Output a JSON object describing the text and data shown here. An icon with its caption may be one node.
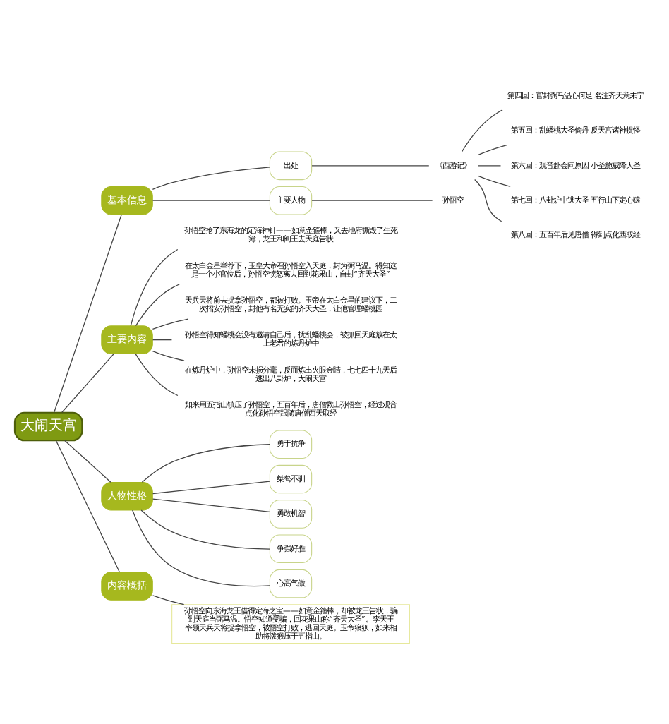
{
  "diagram": {
    "nodes": [
      {
        "text": [
          "大闹天宫"
        ]
      },
      {
        "text": [
          "基本信息"
        ]
      },
      {
        "text": [
          "出处"
        ]
      },
      {
        "text": [
          "《西游记》"
        ]
      },
      {
        "text": [
          "第四回：官封弼马温心何足 名注齐天意未宁"
        ]
      },
      {
        "text": [
          "第五回：乱蟠桃大圣偷丹 反天宫诸神捉怪"
        ]
      },
      {
        "text": [
          "第六回：观音赴会问原因 小圣施威降大圣"
        ]
      },
      {
        "text": [
          "第七回：八卦炉中逃大圣 五行山下定心猿"
        ]
      },
      {
        "text": [
          "第八回：五百年后见唐僧 得到点化西取经"
        ]
      },
      {
        "text": [
          "主要人物"
        ]
      },
      {
        "text": [
          "孙悟空"
        ]
      },
      {
        "text": [
          "主要内容"
        ]
      },
      {
        "text": [
          "孙悟空抢了东海龙的定海神针——如意金箍棒，又去地府撕毁了生死簿，龙王和阎王去天庭告状"
        ]
      },
      {
        "text": [
          "在太白金星举荐下，玉皇大帝召孙悟空入天庭，封为弼马温。得知这是一个小官位后，孙悟空愤怒离去回到花果山，自封“齐天大圣”"
        ]
      },
      {
        "text": [
          "天兵天将前去捉拿孙悟空，都被打败。玉帝在太白金星的建议下，二次招安孙悟空，封他有名无实的齐天大圣，让他管理蟠桃园"
        ]
      },
      {
        "text": [
          "孙悟空得知蟠桃会没有邀请自己后，扰乱蟠桃会，被抓回天庭放在太上老君的炼丹炉中"
        ]
      },
      {
        "text": [
          "在炼丹炉中，孙悟空未损分毫，反而炼出火眼金睛，七七四十九天后逃出八卦炉，大闹天宫"
        ]
      },
      {
        "text": [
          "如来用五指山镇压了孙悟空，五百年后，唐僧救出孙悟空，经过观音点化孙悟空跟随唐僧西天取经"
        ]
      },
      {
        "text": [
          "人物性格"
        ]
      },
      {
        "text": [
          "勇于抗争"
        ]
      },
      {
        "text": [
          "桀骜不驯"
        ]
      },
      {
        "text": [
          "勇敢机智"
        ]
      },
      {
        "text": [
          "争强好胜"
        ]
      },
      {
        "text": [
          "心高气傲"
        ]
      },
      {
        "text": [
          "内容概括"
        ]
      },
      {
        "text": [
          "孙悟空向东海龙王借得定海之宝——如意金箍棒，却被龙王告状，骗到天庭当弼马温。悟空知道受骗，回花果山称“齐天大圣”。李天王率领天兵天将捉拿悟空，被悟空打败，逃回天庭。玉帝狼狈，如来相助将泼猴压于五指山。"
        ]
      }
    ],
    "edges": [
      {
        "from": 0,
        "to": 1,
        "arrow": "none"
      },
      {
        "from": 1,
        "to": 2,
        "arrow": "none"
      },
      {
        "from": 2,
        "to": 3,
        "arrow": "none"
      },
      {
        "from": 3,
        "to": 4,
        "arrow": "none"
      },
      {
        "from": 3,
        "to": 5,
        "arrow": "none"
      },
      {
        "from": 3,
        "to": 6,
        "arrow": "none"
      },
      {
        "from": 3,
        "to": 7,
        "arrow": "none"
      },
      {
        "from": 3,
        "to": 8,
        "arrow": "none"
      },
      {
        "from": 1,
        "to": 9,
        "arrow": "none"
      },
      {
        "from": 9,
        "to": 10,
        "arrow": "none"
      },
      {
        "from": 0,
        "to": 11,
        "arrow": "none"
      },
      {
        "from": 11,
        "to": 12,
        "arrow": "none"
      },
      {
        "from": 11,
        "to": 13,
        "arrow": "none"
      },
      {
        "from": 11,
        "to": 14,
        "arrow": "none"
      },
      {
        "from": 11,
        "to": 15,
        "arrow": "none"
      },
      {
        "from": 11,
        "to": 16,
        "arrow": "none"
      },
      {
        "from": 11,
        "to": 17,
        "arrow": "none"
      },
      {
        "from": 0,
        "to": 18,
        "arrow": "none"
      },
      {
        "from": 18,
        "to": 19,
        "arrow": "none"
      },
      {
        "from": 18,
        "to": 20,
        "arrow": "none"
      },
      {
        "from": 18,
        "to": 21,
        "arrow": "none"
      },
      {
        "from": 18,
        "to": 22,
        "arrow": "none"
      },
      {
        "from": 18,
        "to": 23,
        "arrow": "none"
      },
      {
        "from": 0,
        "to": 24,
        "arrow": "none"
      },
      {
        "from": 24,
        "to": 25,
        "arrow": "none"
      }
    ]
  }
}
